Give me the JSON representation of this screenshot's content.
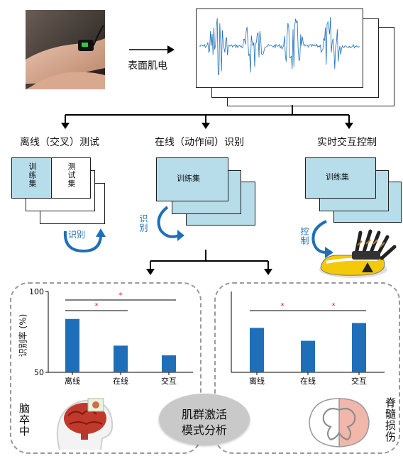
{
  "top": {
    "emg_label": "表面肌电"
  },
  "branches": {
    "offline": "离线（交叉）测试",
    "online": "在线（动作间）识别",
    "realtime": "实时交互控制"
  },
  "cards": {
    "train": "训练集",
    "train_vertical": "训练集",
    "test_vertical": "测试集"
  },
  "actions": {
    "recognize": "识别",
    "recognize_vertical": "识别",
    "control": "控制"
  },
  "center_badge": {
    "line1": "肌群激活",
    "line2": "模式分析"
  },
  "side_labels": {
    "stroke": "脑卒中",
    "sci": "脊髓损伤"
  },
  "colors": {
    "bar": "#1f6fb8",
    "signal": "#1f6fb8",
    "card": "#b7dcea",
    "significance": "#e0262b",
    "badge": "#c9c9c9"
  },
  "chart_data": [
    {
      "type": "bar",
      "categories": [
        "离线",
        "在线",
        "交互"
      ],
      "values": [
        83,
        66.5,
        60.5
      ],
      "ylabel": "识别率 (%)",
      "ylim": [
        50,
        100
      ],
      "yticks": [
        50,
        100
      ],
      "significance": [
        {
          "from": "离线",
          "to": "在线",
          "mark": "*"
        },
        {
          "from": "离线",
          "to": "交互",
          "mark": "*"
        }
      ]
    },
    {
      "type": "bar",
      "categories": [
        "离线",
        "在线",
        "交互"
      ],
      "values": [
        77.5,
        69.5,
        80.5
      ],
      "ylim": [
        50,
        100
      ],
      "significance": [
        {
          "from": "离线",
          "to": "在线",
          "mark": "*"
        },
        {
          "from": "在线",
          "to": "交互",
          "mark": "*"
        }
      ]
    }
  ]
}
